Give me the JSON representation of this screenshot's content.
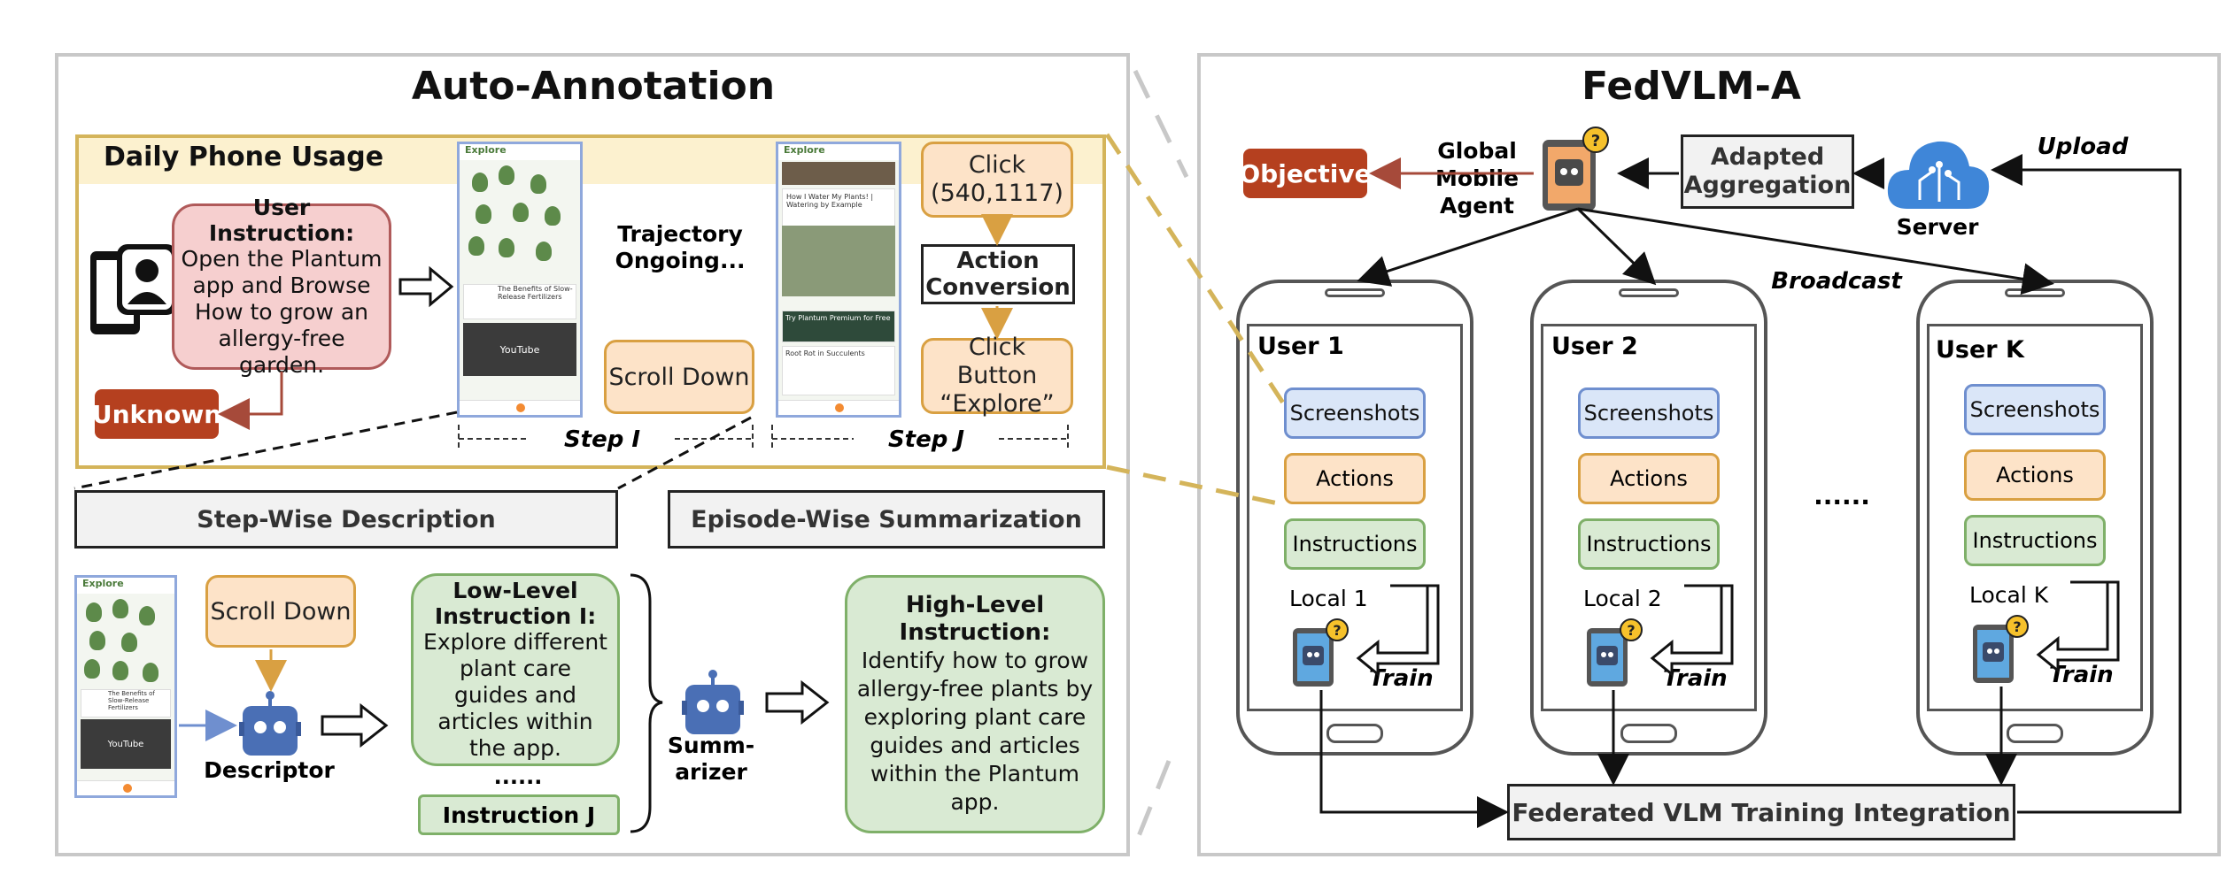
{
  "left_panel": {
    "title": "Auto-Annotation",
    "daily_usage_label": "Daily Phone Usage",
    "user_instruction_title": "User Instruction:",
    "user_instruction_text": "Open the Plantum app and Browse How to grow an allergy-free garden.",
    "unknown_label": "Unknown",
    "trajectory_label": "Trajectory Ongoing...",
    "click_coords": "Click (540,1117)",
    "action_conversion": "Action Conversion",
    "click_button": "Click Button “Explore”",
    "scroll_down_top": "Scroll Down",
    "step_i": "Step I",
    "step_j": "Step J",
    "stepwise_label": "Step-Wise Description",
    "episodewise_label": "Episode-Wise Summarization",
    "scroll_down_bottom": "Scroll Down",
    "descriptor_label": "Descriptor",
    "low_level_title": "Low-Level Instruction I:",
    "low_level_text": "Explore different plant care guides and articles within the app.",
    "ellipsis_small": "......",
    "instruction_j": "Instruction J",
    "summarizer_label": "Summ-arizer",
    "high_level_title": "High-Level Instruction:",
    "high_level_text": "Identify how to grow allergy-free plants by exploring plant care guides and articles within the Plantum app.",
    "screenshot_texts": {
      "explore": "Explore",
      "benefits": "The Benefits of Slow-Release Fertilizers",
      "youtube": "YouTube",
      "water_plants": "How I Water My Plants! | Watering by Example",
      "try_plantum": "Try Plantum Premium for Free",
      "root_rot": "Root Rot in Succulents"
    }
  },
  "right_panel": {
    "title": "FedVLM-A",
    "objective_label": "Objective",
    "global_agent_label": "Global Mobile Agent",
    "adapted_aggregation": "Adapted Aggregation",
    "server_label": "Server",
    "upload_label": "Upload",
    "broadcast_label": "Broadcast",
    "users": [
      {
        "name": "User 1",
        "local": "Local 1"
      },
      {
        "name": "User 2",
        "local": "Local 2"
      },
      {
        "name": "User K",
        "local": "Local K"
      }
    ],
    "screenshots_label": "Screenshots",
    "actions_label": "Actions",
    "instructions_label": "Instructions",
    "train_label": "Train",
    "ellipsis": "......",
    "federated_label": "Federated VLM Training Integration"
  },
  "colors": {
    "panel_border": "#c8c8c8",
    "daily_usage_fill": "#fcf1cf",
    "daily_usage_border": "#d4b45a",
    "peach_fill": "#fde3c8",
    "green_fill": "#d9ead3",
    "blue_fill": "#dae6f8",
    "red_label": "#b5401f",
    "robot_blue": "#4a6fb5",
    "cloud_blue": "#3f86d8"
  },
  "icons": [
    "user-phone-icon",
    "robot-descriptor-icon",
    "robot-summarizer-icon",
    "robot-phone-agent-icon",
    "cloud-server-icon",
    "question-badge-icon",
    "train-loop-arrow-icon"
  ]
}
